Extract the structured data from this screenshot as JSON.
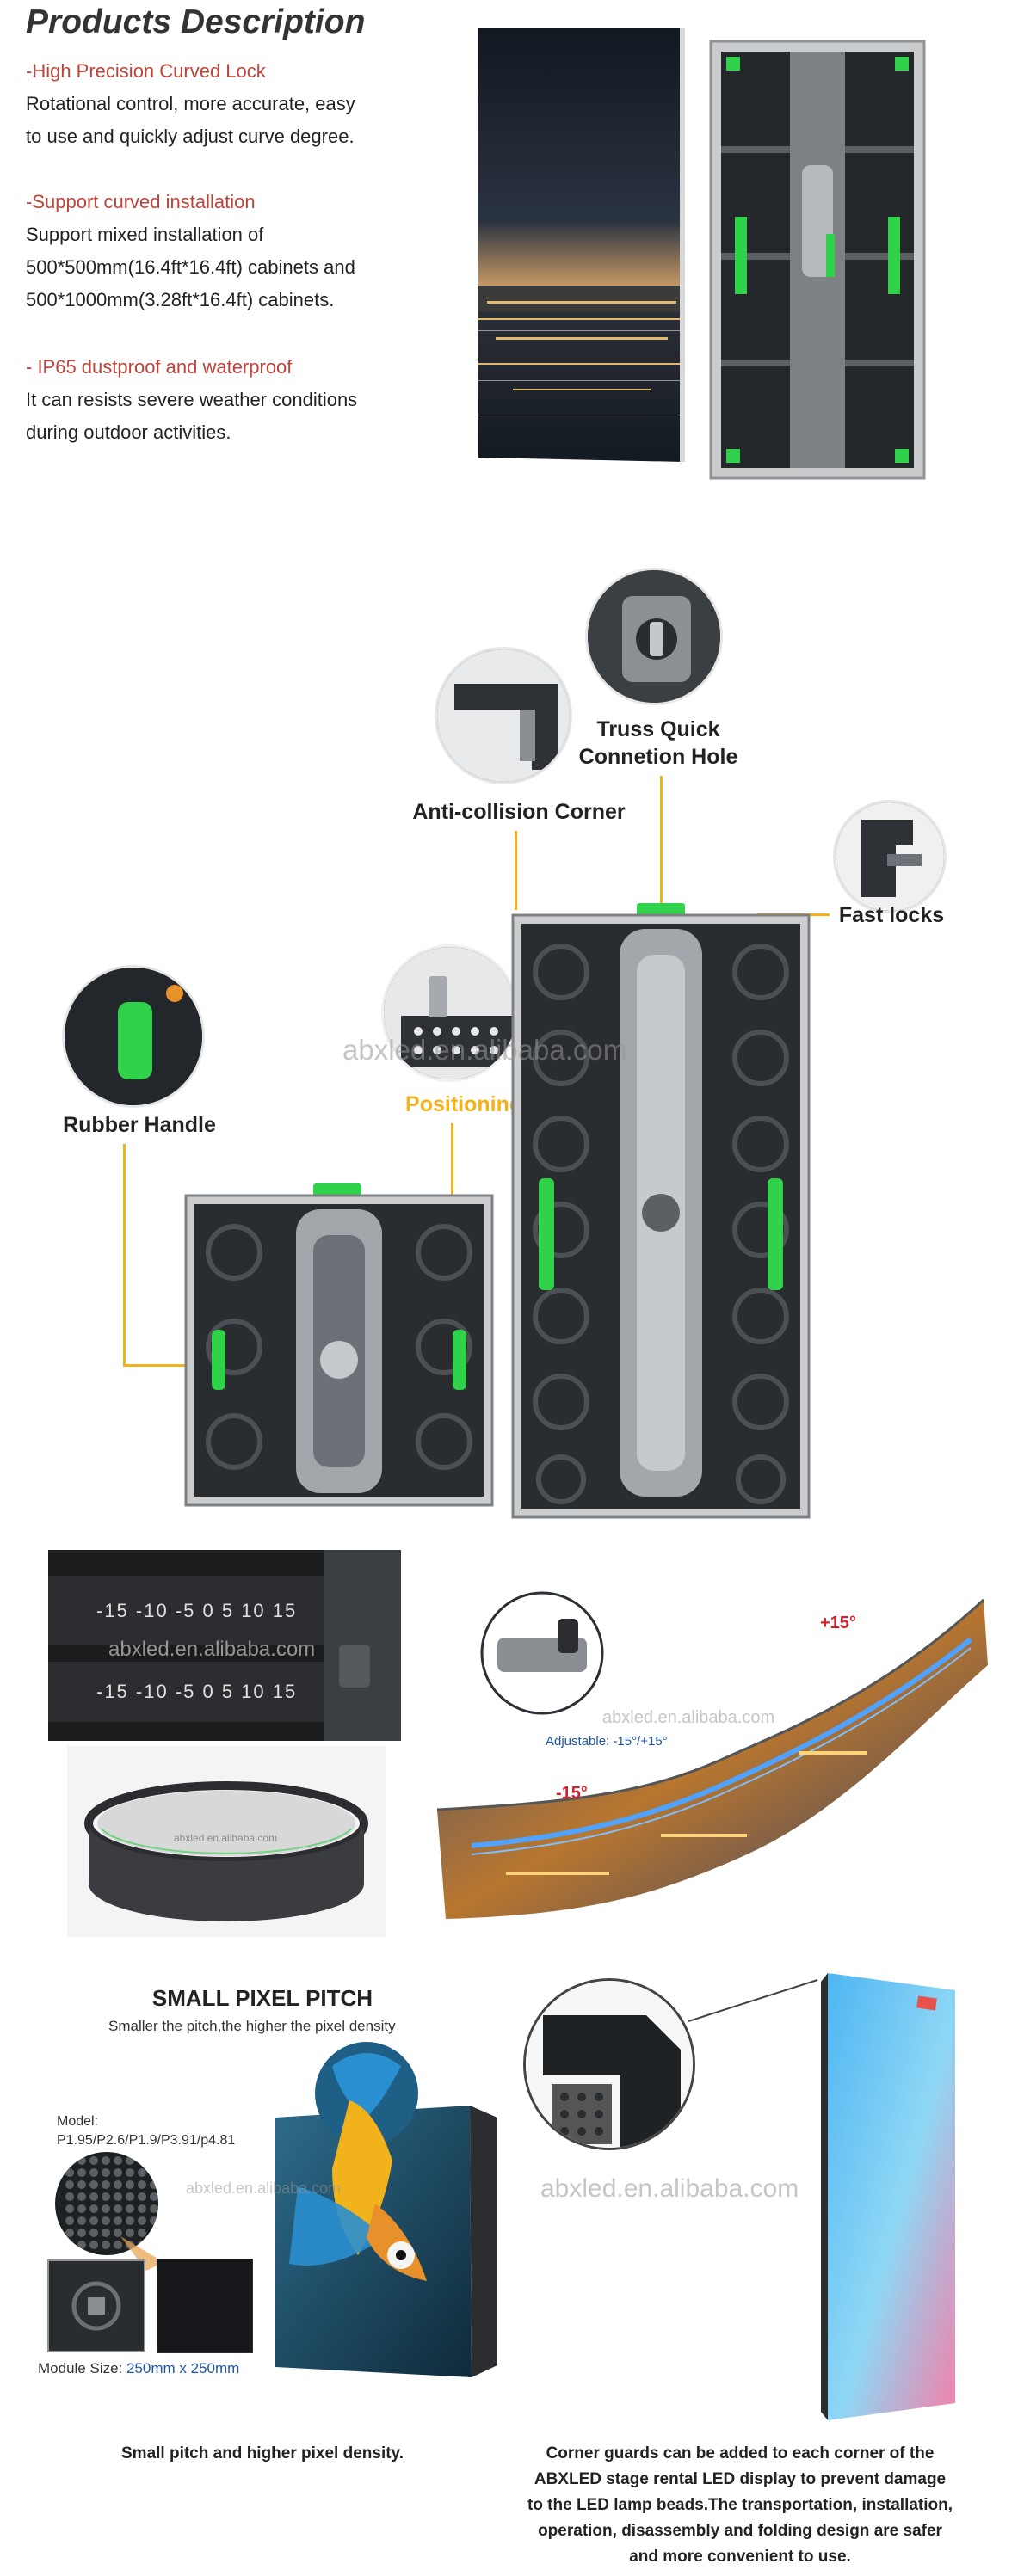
{
  "section1": {
    "title": "Products Description",
    "features": [
      {
        "heading": "-High Precision Curved Lock",
        "lines": [
          "Rotational control, more accurate, easy",
          "to use and quickly adjust curve degree."
        ]
      },
      {
        "heading": "-Support curved installation",
        "lines": [
          "Support mixed installation of",
          "500*500mm(16.4ft*16.4ft) cabinets and",
          "500*1000mm(3.28ft*16.4ft) cabinets."
        ]
      },
      {
        "heading": "- IP65 dustproof and waterproof",
        "lines": [
          "It can resists severe weather conditions",
          "during outdoor activities."
        ]
      }
    ]
  },
  "section2": {
    "callouts": {
      "truss_line1": "Truss Quick",
      "truss_line2": "Connetion Hole",
      "anti_collision": "Anti-collision Corner",
      "fast_locks": "Fast locks",
      "rubber_handle": "Rubber Handle",
      "positioning_pin": "Positioning Pin"
    },
    "watermark": "abxled.en.alibaba.com"
  },
  "section3": {
    "scale_top": "-15 -10 -5  0  5  10 15",
    "scale_bottom": "-15 -10 -5  0  5  10  15",
    "watermark": "abxled.en.alibaba.com",
    "ring_watermark": "abxled.en.alibaba.com",
    "adjustable": "Adjustable: -15°/+15°",
    "plus": "+15°",
    "minus": "-15°",
    "curve_watermark": "abxled.en.alibaba.com"
  },
  "section4": {
    "pitch_title": "SMALL PIXEL PITCH",
    "pitch_sub": "Smaller the pitch,the higher the pixel density",
    "model_label": "Model:",
    "model_values": "P1.95/P2.6/P1.9/P3.91/p4.81",
    "module_size_label": "Module Size: ",
    "module_size_value": "250mm x 250mm",
    "pitch_watermark": "abxled.en.alibaba.com",
    "guard_watermark": "abxled.en.alibaba.com",
    "caption_left": "Small pitch and higher pixel density.",
    "caption_right": [
      "Corner guards can be added to each corner of the",
      "ABXLED stage rental LED display to prevent damage",
      "to the LED lamp beads.The transportation, installation,",
      "operation, disassembly and folding design are safer",
      "and more convenient to use."
    ]
  },
  "colors": {
    "feature_heading": "#c0433a",
    "callout_accent": "#f2b21c",
    "handle_green": "#2fd24a",
    "adjust_blue": "#1f57a8",
    "degree_red": "#d8202a"
  }
}
